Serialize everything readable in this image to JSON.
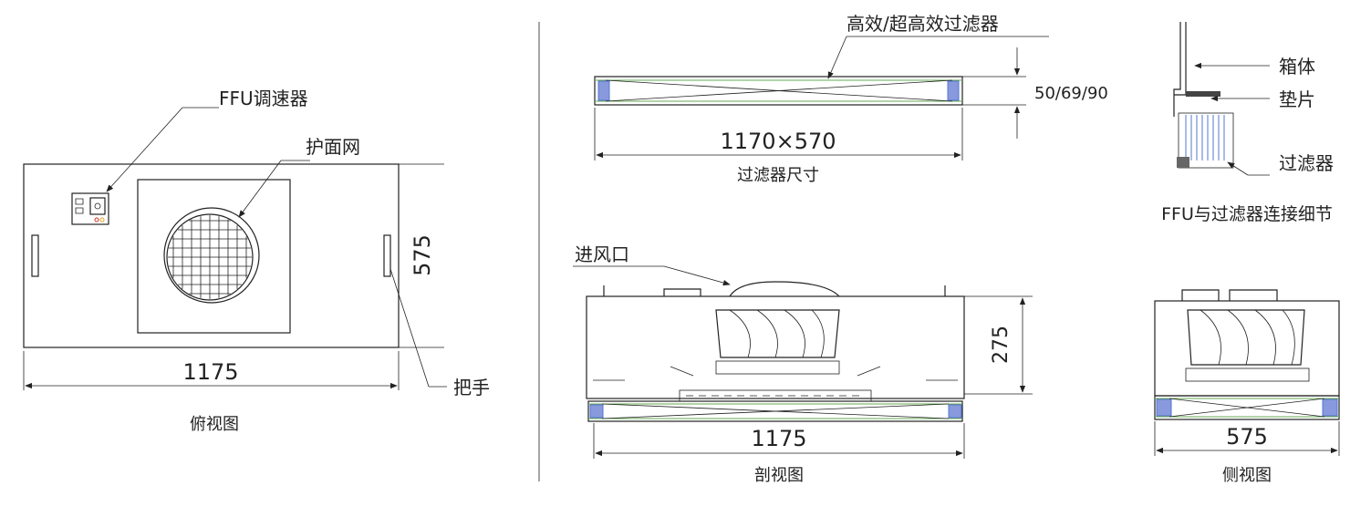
{
  "colors": {
    "line": "#222222",
    "filter_blue": "#5577cc",
    "filter_green": "#66aa55",
    "accent_red": "#cc3322",
    "accent_orange": "#e8a020"
  },
  "top_view": {
    "title": "俯视图",
    "controller_label": "FFU调速器",
    "grille_label": "护面网",
    "handle_label": "把手",
    "width_dim": "1175",
    "depth_dim": "575"
  },
  "filter_view": {
    "title": "过滤器尺寸",
    "filter_label": "高效/超高效过滤器",
    "size_dim": "1170×570",
    "thickness_dim": "50/69/90"
  },
  "detail_view": {
    "title": "FFU与过滤器连接细节",
    "box_label": "箱体",
    "gasket_label": "垫片",
    "filter_label": "过滤器"
  },
  "section_view": {
    "title": "剖视图",
    "inlet_label": "进风口",
    "height_dim": "275",
    "width_dim": "1175"
  },
  "side_view": {
    "title": "侧视图",
    "width_dim": "575"
  }
}
